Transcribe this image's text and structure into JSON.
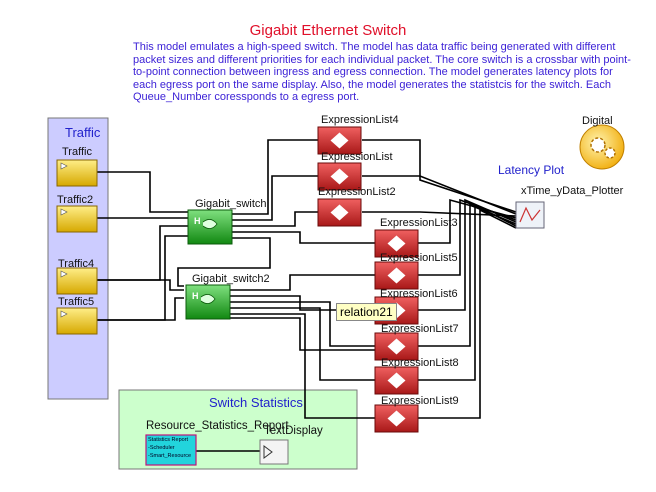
{
  "title": "Gigabit Ethernet Switch",
  "description": "This model emulates a high-speed switch. The model has data traffic being generated with different packet sizes and different priorities for each individual packet. The core switch is a crossbar with point-to-point connection between ingress and egress connection. The model generates latency plots for each egress port on the same display. Also, the model generates the statistcis for the switch. Each Queue_Number coressponds to a egress port.",
  "traffic_panel": {
    "label": "Traffic",
    "sources": [
      "Traffic",
      "Traffic2",
      "Traffic4",
      "Traffic5"
    ]
  },
  "switches": [
    "Gigabit_switch",
    "Gigabit_switch2"
  ],
  "expression_lists": [
    "ExpressionList4",
    "ExpressionList",
    "ExpressionList2",
    "ExpressionList3",
    "ExpressionList5",
    "ExpressionList6",
    "ExpressionList7",
    "ExpressionList8",
    "ExpressionList9"
  ],
  "latency_plot": {
    "label": "Latency Plot",
    "plotter": "xTime_yData_Plotter"
  },
  "director": "Digital",
  "tooltip": "relation21",
  "stats_panel": {
    "label": "Switch Statistics",
    "report": "Resource_Statistics_Report",
    "report_lines": [
      "Statistics Report",
      "-Scheduler",
      "-Smart_Resource"
    ],
    "display": "TextDisplay"
  },
  "colors": {
    "title": "#e0102a",
    "description": "#3a1fd6",
    "traffic_panel": "#ccccff",
    "stats_panel": "#ccffcc",
    "source": "#f0d020",
    "switch": "#22aa22",
    "expression": "#cc2222"
  }
}
